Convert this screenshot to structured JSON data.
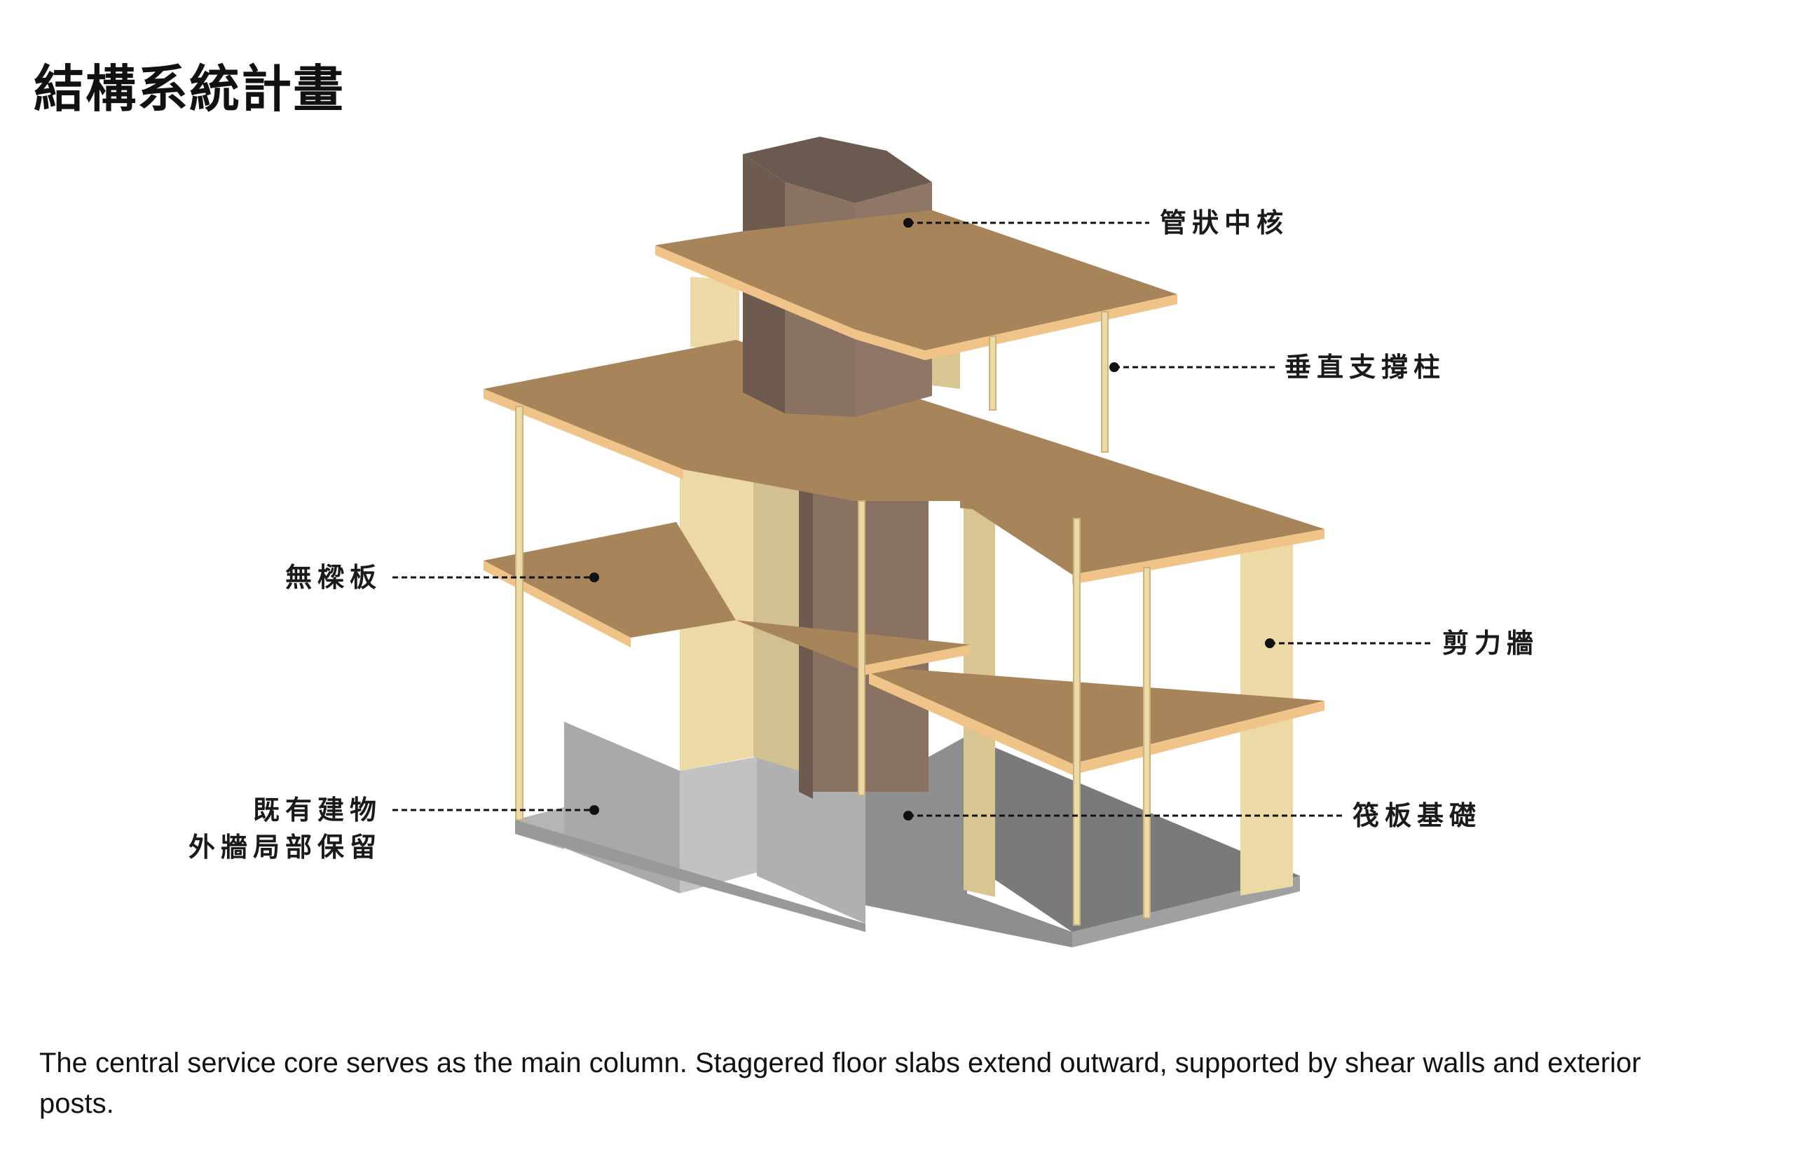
{
  "title": "結構系統計畫",
  "labels": {
    "core": "管狀中核",
    "columns": "垂直支撐柱",
    "slab": "無樑板",
    "shear_wall": "剪力牆",
    "existing_wall_line1": "既有建物",
    "existing_wall_line2": "外牆局部保留",
    "raft": "筏板基礎"
  },
  "caption": "The central service core serves as the main column. Staggered floor slabs extend outward, supported by shear walls and exterior posts.",
  "colors": {
    "slab_top": "#a8845a",
    "slab_edge": "#f0c489",
    "wall_light": "#ecd9a6",
    "wall_mid": "#d2c090",
    "core_front": "#8a7262",
    "core_side": "#6e5a4e",
    "core_top": "#6a5a50",
    "concrete": "#a9a9a9",
    "concrete_light": "#c2c2c2",
    "foundation_dark": "#7a7a7a"
  }
}
